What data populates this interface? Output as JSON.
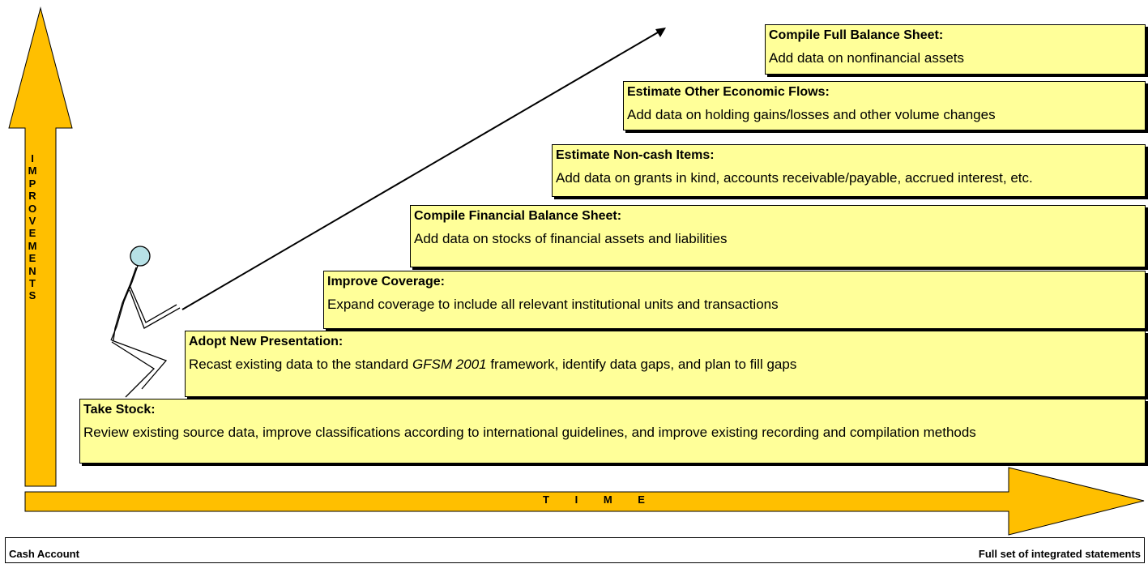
{
  "vertical_label": [
    "I",
    "M",
    "P",
    "R",
    "O",
    "V",
    "E",
    "M",
    "E",
    "N",
    "T",
    "S"
  ],
  "time_label": "T I M E",
  "bottom": {
    "left": "Cash Account",
    "right": "Full set of integrated statements"
  },
  "steps": [
    {
      "title": "Take Stock:",
      "desc": "Review existing source data, improve classifications according to international guidelines, and improve existing recording and compilation methods"
    },
    {
      "title": "Adopt New Presentation:",
      "desc_before": "Recast existing data to the standard ",
      "desc_italic": "GFSM 2001",
      "desc_after": " framework, identify data gaps, and plan to fill gaps"
    },
    {
      "title": "Improve Coverage:",
      "desc": "Expand coverage to include all relevant institutional units and transactions"
    },
    {
      "title": "Compile Financial Balance Sheet:",
      "desc": "Add data on stocks of financial assets and liabilities"
    },
    {
      "title": "Estimate Non-cash Items:",
      "desc": "Add data on grants in kind, accounts receivable/payable, accrued interest, etc."
    },
    {
      "title": "Estimate Other Economic Flows:",
      "desc": "Add data on holding gains/losses and other volume changes"
    },
    {
      "title": "Compile Full Balance Sheet:",
      "desc": "Add data on nonfinancial assets"
    }
  ],
  "colors": {
    "arrow_fill": "#ffbf00",
    "step_fill": "#ffff99",
    "head_fill": "#b7e1e6"
  }
}
